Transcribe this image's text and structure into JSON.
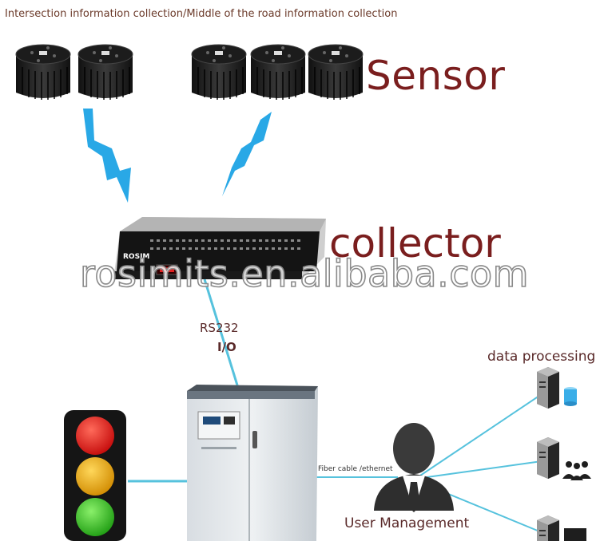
{
  "header": {
    "title": "Intersection information collection/Middle of the road information collection"
  },
  "labels": {
    "sensor": "Sensor",
    "collector": "collector",
    "rs232": "RS232",
    "io": "I/O",
    "data_processing": "data processing",
    "fiber": "Fiber cable /ethernet",
    "user_management": "User Management"
  },
  "device": {
    "brand": "ROSIM"
  },
  "watermark": "rosimits.en.alibaba.com",
  "colors": {
    "label": "#7a1e1e",
    "link": "#56c2dd",
    "wireless": "#29a8e6",
    "traffic_red": "#e01010",
    "traffic_yellow": "#f0b000",
    "traffic_green": "#33c020"
  },
  "icons": [
    "sensor-icon",
    "wireless-signal-icon",
    "collector-device-icon",
    "traffic-light-icon",
    "control-cabinet-icon",
    "user-icon",
    "server-icon",
    "database-icon",
    "users-group-icon",
    "monitor-icon"
  ]
}
